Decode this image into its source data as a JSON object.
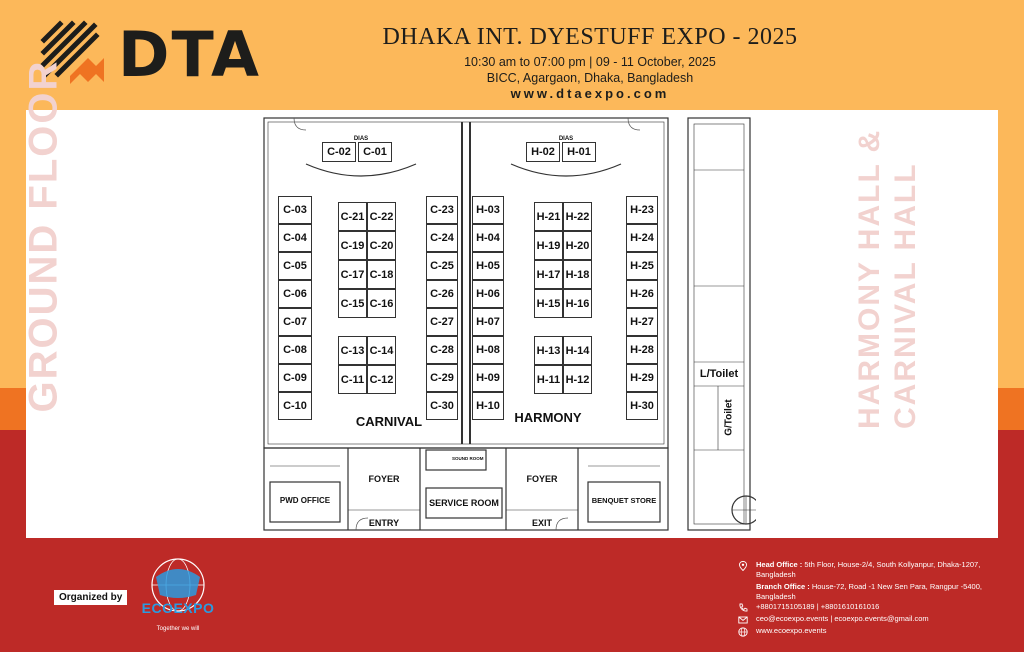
{
  "header": {
    "logo_text": "DTA",
    "title": "DHAKA INT. DYESTUFF EXPO - 2025",
    "time": "10:30 am to 07:00 pm | 09 - 11 October, 2025",
    "venue": "BICC, Agargaon, Dhaka, Bangladesh",
    "website": "www.dtaexpo.com"
  },
  "side_labels": {
    "left": "GROUND FLOOR",
    "right_line1": "HARMONY HALL &",
    "right_line2": "CARNIVAL HALL"
  },
  "floor_plan": {
    "dias_left": "DIAS",
    "dias_right": "DIAS",
    "dias_booths_carnival": [
      "C-02",
      "C-01"
    ],
    "dias_booths_harmony": [
      "H-02",
      "H-01"
    ],
    "carnival_outer": [
      "C-03",
      "C-04",
      "C-05",
      "C-06",
      "C-07",
      "C-08",
      "C-09",
      "C-10"
    ],
    "carnival_island_top": [
      [
        "C-21",
        "C-22"
      ],
      [
        "C-19",
        "C-20"
      ],
      [
        "C-17",
        "C-18"
      ],
      [
        "C-15",
        "C-16"
      ]
    ],
    "carnival_island_bottom": [
      [
        "C-13",
        "C-14"
      ],
      [
        "C-11",
        "C-12"
      ]
    ],
    "carnival_inner": [
      "C-23",
      "C-24",
      "C-25",
      "C-26",
      "C-27",
      "C-28",
      "C-29",
      "C-30"
    ],
    "harmony_inner": [
      "H-03",
      "H-04",
      "H-05",
      "H-06",
      "H-07",
      "H-08",
      "H-09",
      "H-10"
    ],
    "harmony_island_top": [
      [
        "H-21",
        "H-22"
      ],
      [
        "H-19",
        "H-20"
      ],
      [
        "H-17",
        "H-18"
      ],
      [
        "H-15",
        "H-16"
      ]
    ],
    "harmony_island_bottom": [
      [
        "H-13",
        "H-14"
      ],
      [
        "H-11",
        "H-12"
      ]
    ],
    "harmony_outer": [
      "H-23",
      "H-24",
      "H-25",
      "H-26",
      "H-27",
      "H-28",
      "H-29",
      "H-30"
    ],
    "hall_carnival": "CARNIVAL",
    "hall_harmony": "HARMONY",
    "foyer_left": "FOYER",
    "foyer_right": "FOYER",
    "service_room": "SERVICE ROOM",
    "sound_room": "SOUND ROOM",
    "pwd_office": "PWD OFFICE",
    "benquet_store": "BENQUET STORE",
    "entry": "ENTRY",
    "exit": "EXIT",
    "l_toilet": "L/Toilet",
    "g_toilet": "G/Toilet"
  },
  "footer": {
    "organized_by": "Organized by",
    "org_name": "ECOEXPO",
    "org_tagline": "Together we will",
    "head_office_label": "Head Office :",
    "head_office_text": " 5th Floor, House-2/4, South Kollyanpur, Dhaka-1207, Bangladesh",
    "branch_office_label": "Branch Office :",
    "branch_office_text": " House-72, Road -1 New Sen Para, Rangpur -5400, Bangladesh",
    "phones": "+8801715105189 | +8801610161016",
    "emails": "ceo@ecoexpo.events | ecoexpo.events@gmail.com",
    "website": "www.ecoexpo.events"
  },
  "colors": {
    "header_bg": "#fcb85a",
    "orange_band": "#ef7322",
    "red_band": "#bd2a27",
    "side_label": "#f2d2cf",
    "org_blue": "#2a9be0"
  },
  "icons": {
    "location": "location-pin-icon",
    "phone": "phone-icon",
    "email": "email-icon",
    "web": "globe-icon"
  }
}
